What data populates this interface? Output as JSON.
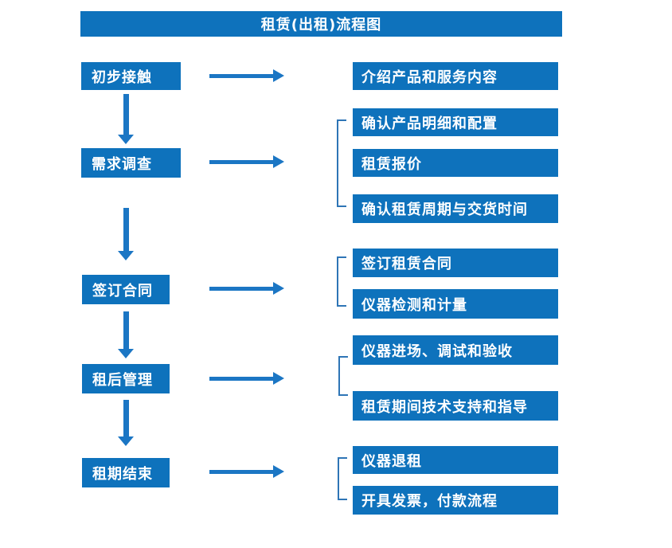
{
  "title": "租赁(出租)流程图",
  "colors": {
    "primary_blue": "#0E72BC",
    "arrow_blue": "#1B76C4",
    "bracket_blue": "#2E75B6",
    "text_white": "#FFFFFF",
    "background": "#FFFFFF"
  },
  "stages": [
    {
      "label": "初步接触",
      "outputs": [
        "介绍产品和服务内容"
      ]
    },
    {
      "label": "需求调查",
      "outputs": [
        "确认产品明细和配置",
        "租赁报价",
        "确认租赁周期与交货时间"
      ]
    },
    {
      "label": "签订合同",
      "outputs": [
        "签订租赁合同",
        "仪器检测和计量"
      ]
    },
    {
      "label": "租后管理",
      "outputs": [
        "仪器进场、调试和验收",
        "租赁期间技术支持和指导"
      ]
    },
    {
      "label": "租期结束",
      "outputs": [
        "仪器退租",
        "开具发票，付款流程"
      ]
    }
  ]
}
